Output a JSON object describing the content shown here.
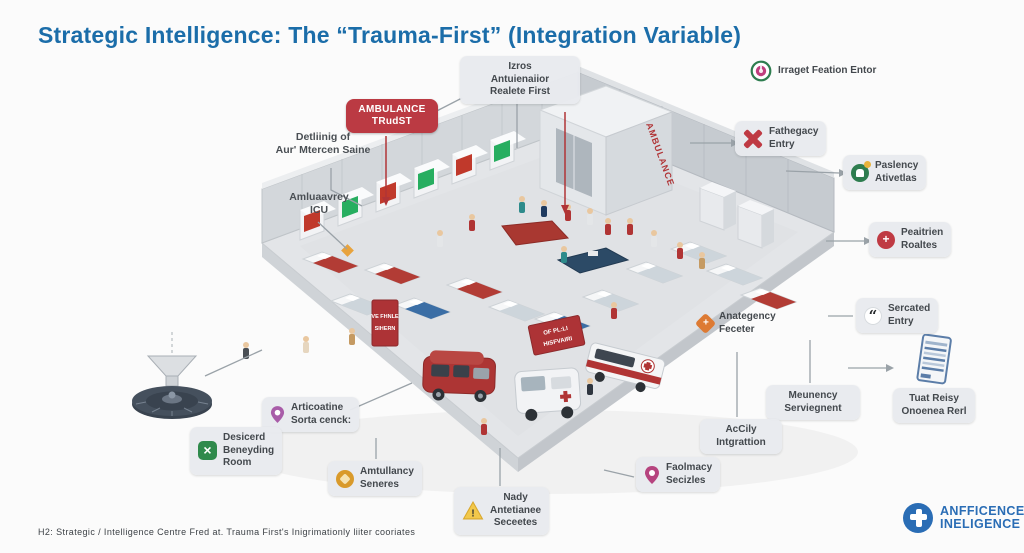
{
  "title": "Strategic Intelligence: The “Trauma-First” (Integration Variable)",
  "footer": "H2: Strategic / Intelligence Centre Fred at. Trauma First's Inigrimationly liiter cooriates",
  "logo": {
    "line1": "ANFFICENCE",
    "line2": "INELIGENCE"
  },
  "colors": {
    "title_blue": "#1b6da9",
    "badge_red": "#bb3a43",
    "logo_blue": "#2a6db5",
    "bubble_gray": "#e8eaee",
    "accent_green": "#2e7d4f",
    "accent_pink": "#b6447f",
    "accent_orange": "#dd7a33"
  },
  "icons": {
    "plus": "+",
    "cross": "×",
    "warning": "!",
    "quote": "“"
  },
  "scene": {
    "ambulance_wall_sign": "AMBULANCE",
    "sign_a1": "VE FHNLE",
    "sign_a2": "SIHERN",
    "sign_b1": "OF PL:LI",
    "sign_b2": "HISFVAIRI"
  },
  "callouts": {
    "triage": {
      "l1": "Izros",
      "l2": "Antuienaiior",
      "l3": "Realete First"
    },
    "ambulance": {
      "l1": "AMBULANCE",
      "l2": "TRudST"
    },
    "target": {
      "l1": "Irraget Feation Entor"
    },
    "fathegacy": {
      "l1": "Fathegacy",
      "l2": "Entry"
    },
    "paslency": {
      "l1": "Paslency",
      "l2": "Ativetlas"
    },
    "peaitrien": {
      "l1": "Peaitrien",
      "l2": "Roaltes"
    },
    "sercated": {
      "l1": "Sercated",
      "l2": "Entry"
    },
    "tuat": {
      "l1": "Tuat Reisy",
      "l2": "Onoenea Rerl"
    },
    "meunency": {
      "l1": "Meunency",
      "l2": "Serviegnent"
    },
    "accily": {
      "l1": "AcCily",
      "l2": "Intgrattion"
    },
    "anategency": {
      "l1": "Anategency",
      "l2": "Feceter"
    },
    "faolmacy": {
      "l1": "Faolmacy",
      "l2": "Secizles"
    },
    "nady": {
      "l1": "Nady",
      "l2": "Antetianee",
      "l3": "Seceetes"
    },
    "amtullancy": {
      "l1": "Amtullancy",
      "l2": "Seneres"
    },
    "articoatine": {
      "l1": "Articoatine",
      "l2": "Sorta cenck:"
    },
    "desicerd": {
      "l1": "Desicerd",
      "l2": "Beneyding",
      "l3": "Room"
    },
    "detliinig": {
      "l1": "Detliinig of",
      "l2": "Aur' Mtercen Saine"
    },
    "amluaavrey": {
      "l1": "Amluaavrey",
      "l2": "ICU"
    }
  }
}
